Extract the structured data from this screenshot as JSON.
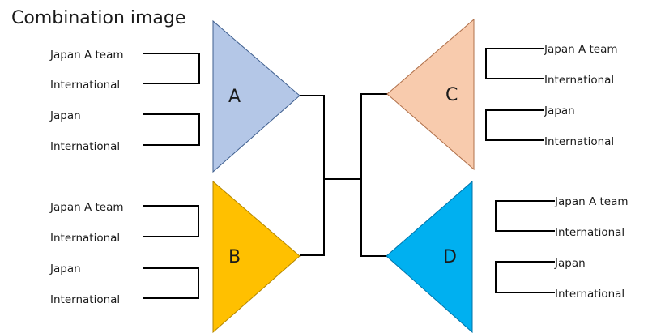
{
  "title": "Combination image",
  "triangles": {
    "a": {
      "label": "A",
      "color": "#b4c7e7",
      "inputs": [
        "Japan A team",
        "International",
        "Japan",
        "International"
      ]
    },
    "b": {
      "label": "B",
      "color": "#ffc000",
      "inputs": [
        "Japan A team",
        "International",
        "Japan",
        "International"
      ]
    },
    "c": {
      "label": "C",
      "color": "#f8cbad",
      "inputs": [
        "Japan A team",
        "International",
        "Japan",
        "International"
      ]
    },
    "d": {
      "label": "D",
      "color": "#00b0f0",
      "inputs": [
        "Japan A team",
        "International",
        "Japan",
        "International"
      ]
    }
  }
}
